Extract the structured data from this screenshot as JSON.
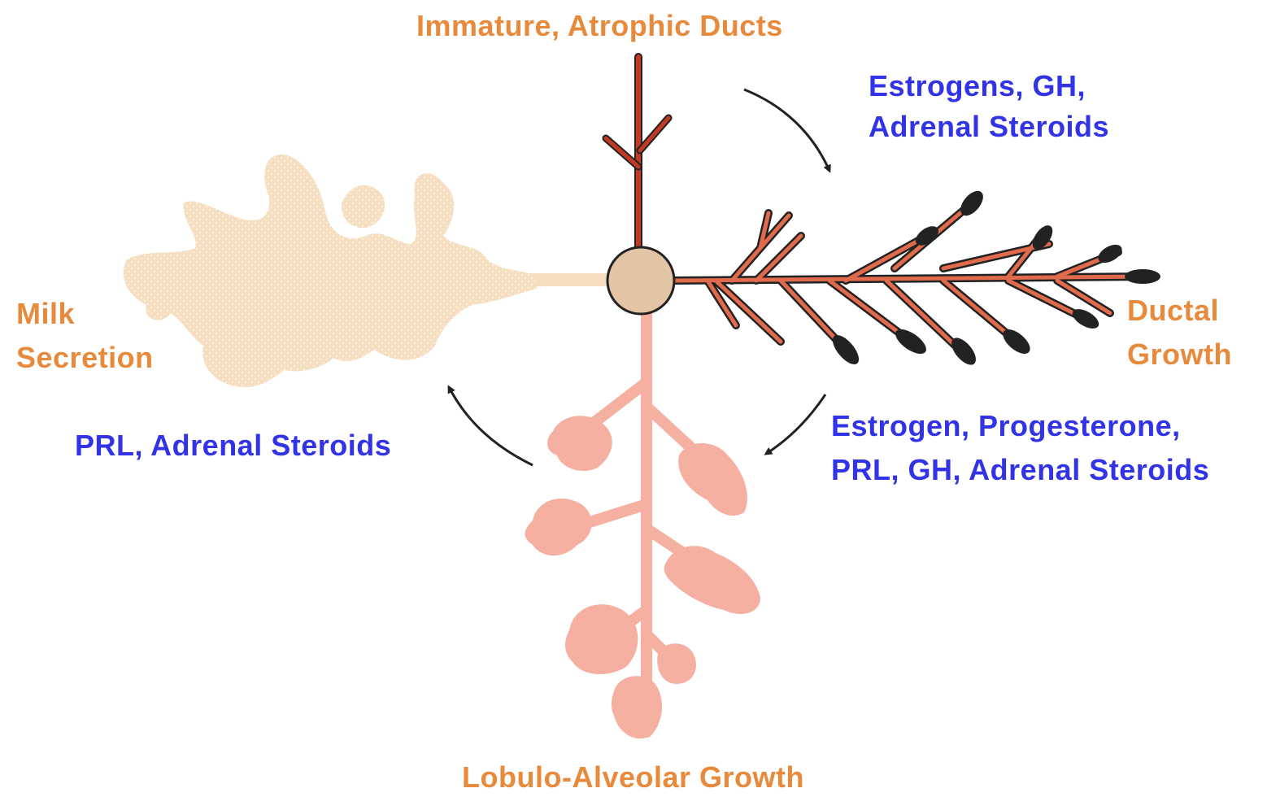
{
  "stages": {
    "immature": "Immature, Atrophic Ducts",
    "ductal_line1": "Ductal",
    "ductal_line2": "Growth",
    "lobulo": "Lobulo-Alveolar Growth",
    "milk_line1": "Milk",
    "milk_line2": "Secretion"
  },
  "hormones": {
    "to_ductal_line1": "Estrogens, GH,",
    "to_ductal_line2": "Adrenal Steroids",
    "to_lobulo_line1": "Estrogen, Progesterone,",
    "to_lobulo_line2": "PRL, GH, Adrenal Steroids",
    "to_milk": "PRL, Adrenal Steroids"
  },
  "colors": {
    "stage_label": "#e88a3c",
    "hormone_label": "#3232e6",
    "immature_duct": "#c23a26",
    "ductal_tree": "#e06a4c",
    "lobulo_tree": "#f6b0a2",
    "milk_tree": "#f5dfc0",
    "nipple": "#e3c4a4",
    "arrow": "#222222"
  }
}
